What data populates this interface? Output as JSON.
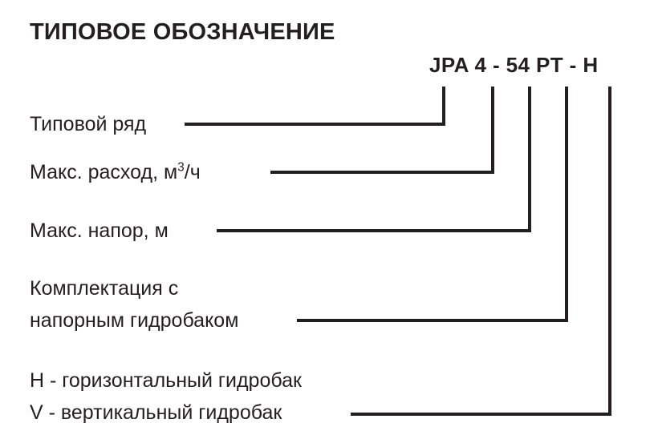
{
  "page": {
    "title": "ТИПОВОЕ ОБОЗНАЧЕНИЕ",
    "model_code": "JPA 4 - 54 PT - H",
    "text_color": "#231f20",
    "background_color": "#ffffff"
  },
  "legend": [
    {
      "key": "type-series",
      "label": "Типовой ряд",
      "code_segment": "JPA"
    },
    {
      "key": "max-flow",
      "label_prefix": "Макс. расход, м",
      "label_superscript": "3",
      "label_suffix": "/ч",
      "code_segment": "4"
    },
    {
      "key": "max-head",
      "label": "Макс. напор, м",
      "code_segment": "54"
    },
    {
      "key": "tank-equipment",
      "label_line1": "Комплектация с",
      "label_line2": "напорным гидробаком",
      "code_segment": "PT"
    },
    {
      "key": "tank-orientation",
      "label_line1": "H - горизонтальный гидробак",
      "label_line2": "V - вертикальный гидробак",
      "code_segment": "H"
    }
  ]
}
